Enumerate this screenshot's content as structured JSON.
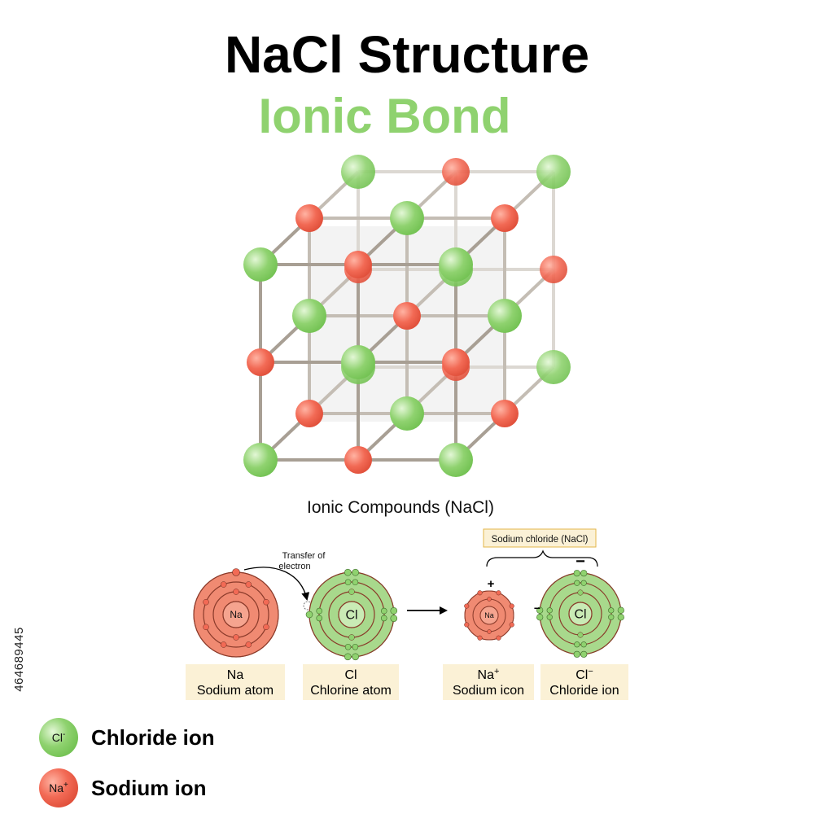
{
  "header": {
    "title": "NaCl Structure",
    "subtitle": "Ionic Bond"
  },
  "stock_id": "464689445",
  "diagram": {
    "section_title": "Ionic Compounds (NaCl)",
    "transfer_label": [
      "Transfer of",
      "electron"
    ],
    "compound_label": "Sodium chloride (NaCl)",
    "atoms": {
      "na_atom": {
        "center_symbol": "Na",
        "caption_symbol": "Na",
        "caption_name": "Sodium atom"
      },
      "cl_atom": {
        "center_symbol": "Cl",
        "caption_symbol": "Cl",
        "caption_name": "Chlorine atom"
      },
      "na_ion": {
        "center_symbol": "Na",
        "caption_symbol": "Na",
        "caption_sup": "+",
        "caption_name": "Sodium icon",
        "charge": "+"
      },
      "cl_ion": {
        "center_symbol": "Cl",
        "caption_symbol": "Cl",
        "caption_sup": "−",
        "caption_name": "Chloride ion",
        "charge": "−",
        "electron_mark": "−"
      }
    }
  },
  "legend": [
    {
      "symbol": "Cl",
      "sup": "-",
      "label": "Chloride ion",
      "color": "#8fd26f"
    },
    {
      "symbol": "Na",
      "sup": "+",
      "label": "Sodium ion",
      "color": "#f26a55"
    }
  ],
  "colors": {
    "sodium": "#f26a55",
    "chloride": "#8fd26f",
    "title_green": "#8fd26f",
    "caption_bg": "#fbf1d6",
    "bond": "#a89f94",
    "na_shell_fill": "#f08a72",
    "cl_shell_fill": "#a8d98c",
    "shell_ring": "#8a3a2a"
  }
}
